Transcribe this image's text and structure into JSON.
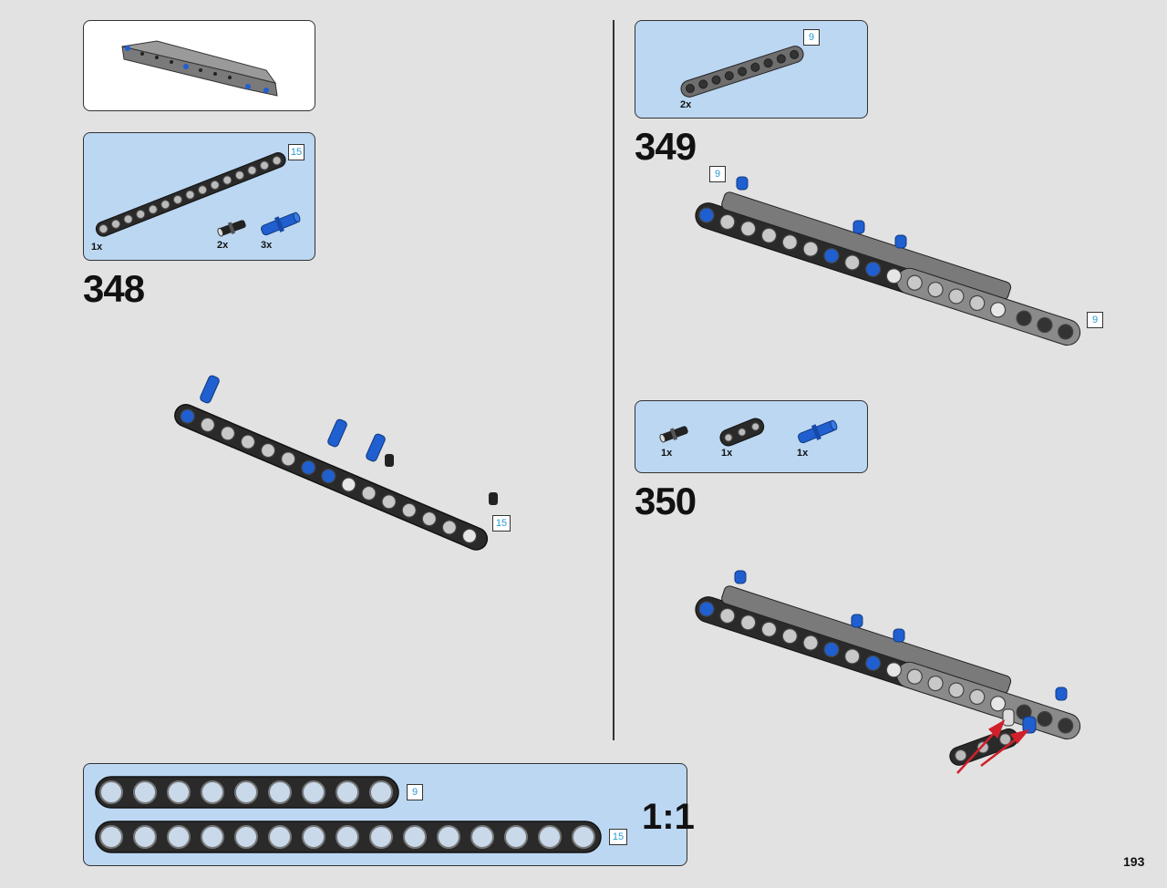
{
  "page": {
    "number": "193"
  },
  "steps": [
    {
      "number": "348",
      "parts": [
        {
          "qty": "1x",
          "part": "beam-15-icon",
          "size_tag": "15"
        },
        {
          "qty": "2x",
          "part": "friction-pin-icon"
        },
        {
          "qty": "3x",
          "part": "axle-pin-icon"
        }
      ],
      "assembly_size_tag": "15"
    },
    {
      "number": "349",
      "parts": [
        {
          "qty": "2x",
          "part": "beam-9-icon",
          "size_tag": "9"
        }
      ],
      "assembly_size_tags": [
        "9",
        "9"
      ]
    },
    {
      "number": "350",
      "parts": [
        {
          "qty": "1x",
          "part": "friction-pin-icon"
        },
        {
          "qty": "1x",
          "part": "beam-3-icon"
        },
        {
          "qty": "1x",
          "part": "axle-pin-icon"
        }
      ]
    }
  ],
  "scale_bar": {
    "label": "1:1",
    "beams": [
      {
        "size_tag": "9",
        "holes": 9
      },
      {
        "size_tag": "15",
        "holes": 15
      }
    ]
  },
  "colors": {
    "panel": "#bcd7f2",
    "background": "#e2e2e2",
    "beam_black": "#2a2a2a",
    "beam_gray": "#6e6e6e",
    "pin_blue": "#1f5fd0",
    "arrow_red": "#d0202a",
    "tag_text": "#2a9bd0"
  }
}
